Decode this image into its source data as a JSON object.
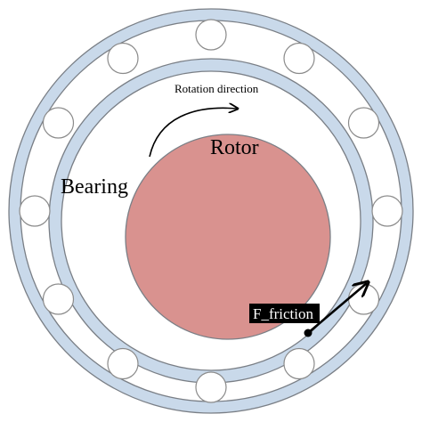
{
  "labels": {
    "rotation_direction": "Rotation direction",
    "rotor": "Rotor",
    "bearing": "Bearing",
    "friction": "F_friction"
  },
  "colors": {
    "ring_fill": "#c9d9ea",
    "ring_stroke": "#7a7f86",
    "ball_fill": "#ffffff",
    "ball_stroke": "#8a8a8a",
    "rotor_fill": "#d9928f",
    "rotor_stroke": "#7a7f86",
    "arrow": "#000000",
    "friction_label_bg": "#000000",
    "friction_label_text": "#ffffff"
  },
  "balls": {
    "count": 12
  }
}
